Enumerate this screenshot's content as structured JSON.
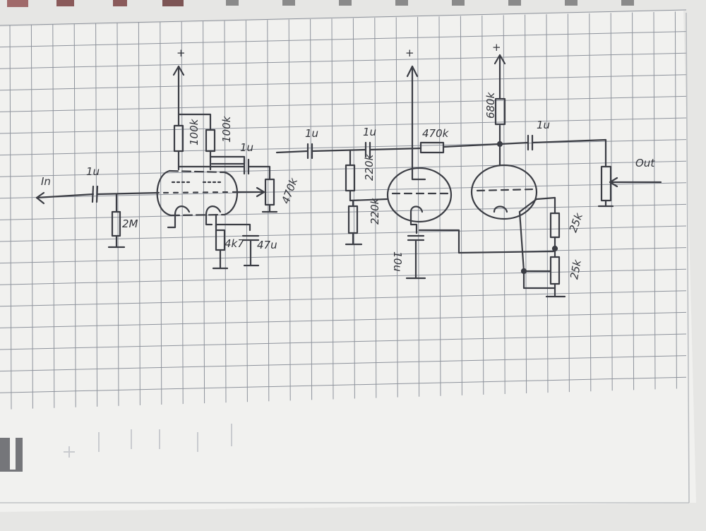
{
  "supply": {
    "plus_left": "+",
    "plus_mid": "+",
    "plus_right": "+"
  },
  "input": {
    "label": "In",
    "coupling_cap": "1u",
    "grid_resistor": "2M"
  },
  "stage1": {
    "plate_resistor_a": "100k",
    "plate_resistor_b": "100k",
    "coupling_cap": "1u",
    "potentiometer": "470k",
    "cathode_resistor": "4k7",
    "cathode_cap": "47u"
  },
  "stage2": {
    "coupling_cap_a": "1u",
    "coupling_cap_b": "1u",
    "grid_resistor": "220k",
    "grid_resistor_b": "220k",
    "series_resistor": "470k",
    "cathode_cap": "10u"
  },
  "stage3": {
    "plate_resistor": "680k",
    "output_cap": "1u",
    "cathode_resistor_a": "25k",
    "cathode_resistor_b": "25k"
  },
  "output": {
    "label": "Out"
  },
  "colors": {
    "paper": "#f1f1ef",
    "grid": "#8e939c",
    "ink": "#3b3d44",
    "background": "#e6e6e4"
  }
}
